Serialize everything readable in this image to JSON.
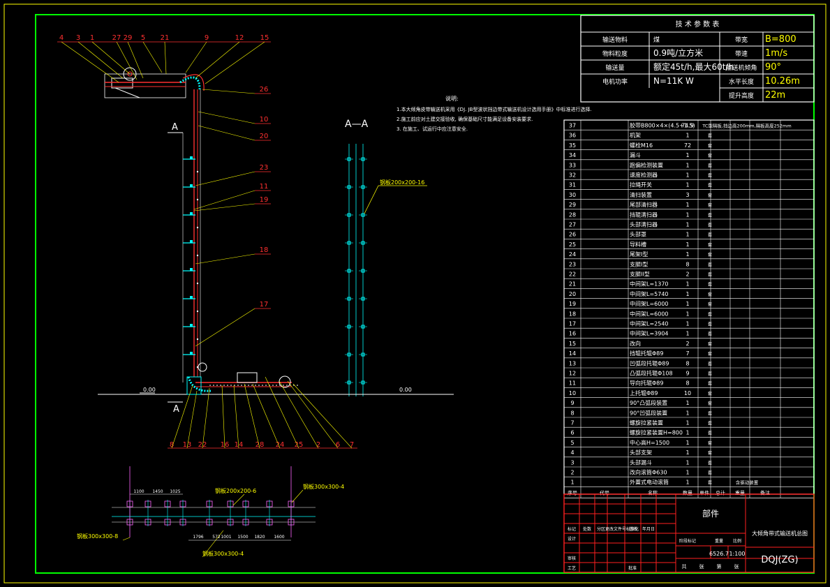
{
  "tech_params": {
    "title": "技 术 参 数 表",
    "rows": [
      {
        "k1": "输送物料",
        "v1": "煤",
        "k2": "带宽",
        "v2": "B=800"
      },
      {
        "k1": "物料粒度",
        "v1": "0.9吨/立方米",
        "k2": "带速",
        "v2": "1m/s"
      },
      {
        "k1": "输送量",
        "v1": "额定45t/h,最大60t/h",
        "k2": "输送机倾角",
        "v2": "90°"
      },
      {
        "k1": "电机功率",
        "v1": "N=11K W",
        "k2": "水平长度",
        "v2": "10.26m"
      },
      {
        "k1": "",
        "v1": "",
        "k2": "提升高度",
        "v2": "22m"
      }
    ]
  },
  "notes": {
    "title": "说明:",
    "lines": [
      "1.本大倾角皮带输送机采用《DJ. JB型波状挡边带式输送机设计选用手册》中标准进行选择.",
      "2.施工前应对土建交接验收, 确保基础尺寸能满足设备安装要求.",
      "3. 在施工、试运行中应注意安全."
    ]
  },
  "section_title": "A—A",
  "section_marker": "A",
  "ground_label": "0.00",
  "callouts": {
    "top": [
      "4",
      "3",
      "1",
      "27",
      "29",
      "5",
      "21",
      "9",
      "12",
      "15"
    ],
    "right": [
      "26",
      "10",
      "20",
      "23",
      "11",
      "19",
      "18",
      "17"
    ],
    "bottom": [
      "8",
      "13",
      "22",
      "16",
      "14",
      "28",
      "24",
      "25",
      "2",
      "6",
      "7"
    ]
  },
  "annotations": {
    "section_plate": "钢板200x200-16",
    "plan_plate_top": "钢板200x200-6",
    "plan_plate_right": "钢板300x300-4",
    "plan_plate_left": "钢板300x300-8",
    "plan_plate_bottom": "钢板300x300-4",
    "plan_dims_top": [
      "1100",
      "1450",
      "1025"
    ],
    "plan_dims_bottom": [
      "1796",
      "572",
      "1001",
      "1500",
      "1820",
      "1600"
    ]
  },
  "parts_list": [
    {
      "no": "37",
      "name": "胶带B800×4×(4.5+1.5)",
      "qty": "74.9",
      "unit": "",
      "note": "TC型隔板,挡边高200mm,隔板高度252mm"
    },
    {
      "no": "36",
      "name": "机架",
      "qty": "1",
      "unit": "套",
      "note": ""
    },
    {
      "no": "35",
      "name": "螺栓M16",
      "qty": "72",
      "unit": "套",
      "note": ""
    },
    {
      "no": "34",
      "name": "漏斗",
      "qty": "1",
      "unit": "套",
      "note": ""
    },
    {
      "no": "33",
      "name": "跑偏检测装置",
      "qty": "1",
      "unit": "套",
      "note": ""
    },
    {
      "no": "32",
      "name": "速度检测器",
      "qty": "1",
      "unit": "套",
      "note": ""
    },
    {
      "no": "31",
      "name": "拉绳开关",
      "qty": "1",
      "unit": "套",
      "note": ""
    },
    {
      "no": "30",
      "name": "清扫装置",
      "qty": "3",
      "unit": "套",
      "note": ""
    },
    {
      "no": "29",
      "name": "尾部清扫器",
      "qty": "1",
      "unit": "套",
      "note": ""
    },
    {
      "no": "28",
      "name": "挡辊清扫器",
      "qty": "1",
      "unit": "套",
      "note": ""
    },
    {
      "no": "27",
      "name": "头部清扫器",
      "qty": "1",
      "unit": "套",
      "note": ""
    },
    {
      "no": "26",
      "name": "头部罩",
      "qty": "1",
      "unit": "套",
      "note": ""
    },
    {
      "no": "25",
      "name": "导料槽",
      "qty": "1",
      "unit": "套",
      "note": ""
    },
    {
      "no": "24",
      "name": "尾架I型",
      "qty": "1",
      "unit": "套",
      "note": ""
    },
    {
      "no": "23",
      "name": "支腿I型",
      "qty": "8",
      "unit": "套",
      "note": ""
    },
    {
      "no": "22",
      "name": "支腿II型",
      "qty": "2",
      "unit": "套",
      "note": ""
    },
    {
      "no": "21",
      "name": "中间架L=1370",
      "qty": "1",
      "unit": "套",
      "note": ""
    },
    {
      "no": "20",
      "name": "中间架L=5740",
      "qty": "1",
      "unit": "套",
      "note": ""
    },
    {
      "no": "19",
      "name": "中间架L=6000",
      "qty": "1",
      "unit": "套",
      "note": ""
    },
    {
      "no": "18",
      "name": "中间架L=6000",
      "qty": "1",
      "unit": "套",
      "note": ""
    },
    {
      "no": "17",
      "name": "中间架L=2540",
      "qty": "1",
      "unit": "套",
      "note": ""
    },
    {
      "no": "16",
      "name": "中间架L=3904",
      "qty": "1",
      "unit": "套",
      "note": ""
    },
    {
      "no": "15",
      "name": "改向",
      "qty": "2",
      "unit": "套",
      "note": ""
    },
    {
      "no": "14",
      "name": "挡辊托辊Φ89",
      "qty": "7",
      "unit": "套",
      "note": ""
    },
    {
      "no": "13",
      "name": "凹弧段托辊Φ89",
      "qty": "8",
      "unit": "套",
      "note": ""
    },
    {
      "no": "12",
      "name": "凸弧段托辊Φ108",
      "qty": "9",
      "unit": "套",
      "note": ""
    },
    {
      "no": "11",
      "name": "导向托辊Φ89",
      "qty": "8",
      "unit": "套",
      "note": ""
    },
    {
      "no": "10",
      "name": "上托辊Φ89",
      "qty": "10",
      "unit": "套",
      "note": ""
    },
    {
      "no": "9",
      "name": "90°凸弧段装置",
      "qty": "1",
      "unit": "套",
      "note": ""
    },
    {
      "no": "8",
      "name": "90°凹弧段装置",
      "qty": "1",
      "unit": "套",
      "note": ""
    },
    {
      "no": "7",
      "name": "螺旋拉紧装置",
      "qty": "1",
      "unit": "套",
      "note": ""
    },
    {
      "no": "6",
      "name": "螺旋拉紧装置H=800",
      "qty": "1",
      "unit": "套",
      "note": ""
    },
    {
      "no": "5",
      "name": "中心高H=1500",
      "qty": "1",
      "unit": "套",
      "note": ""
    },
    {
      "no": "4",
      "name": "头部支架",
      "qty": "1",
      "unit": "套",
      "note": ""
    },
    {
      "no": "3",
      "name": "头部漏斗",
      "qty": "1",
      "unit": "套",
      "note": ""
    },
    {
      "no": "2",
      "name": "改向滚筒Φ630",
      "qty": "1",
      "unit": "套",
      "note": ""
    },
    {
      "no": "1",
      "name": "外置式电动滚筒",
      "qty": "1",
      "unit": "套",
      "note": "含驱动装置"
    }
  ],
  "parts_header": [
    "序号",
    "代号",
    "名称",
    "数量",
    "单件",
    "总计",
    "重量",
    "备注"
  ],
  "title_block": {
    "assembly": "部件",
    "drawing_name": "大倾角带式输送机总图",
    "weight": "6526.7",
    "scale": "1:100",
    "code": "DQJ(ZG)",
    "labels_top": [
      "标记",
      "处数",
      "分区",
      "更改文件号",
      "签名",
      "年月日"
    ],
    "labels_left": [
      "设计",
      "审核",
      "工艺"
    ],
    "labels_mid": [
      "标准化",
      "批准"
    ],
    "labels_right": [
      "阶段标记",
      "重量",
      "比例"
    ],
    "labels_bottom": [
      "共",
      "张",
      "第",
      "张"
    ]
  },
  "colors": {
    "frame": "#00ff00",
    "text": "#ffffff",
    "callout": "#ff3030",
    "leader": "#ffff00",
    "member": "#00ffff"
  }
}
